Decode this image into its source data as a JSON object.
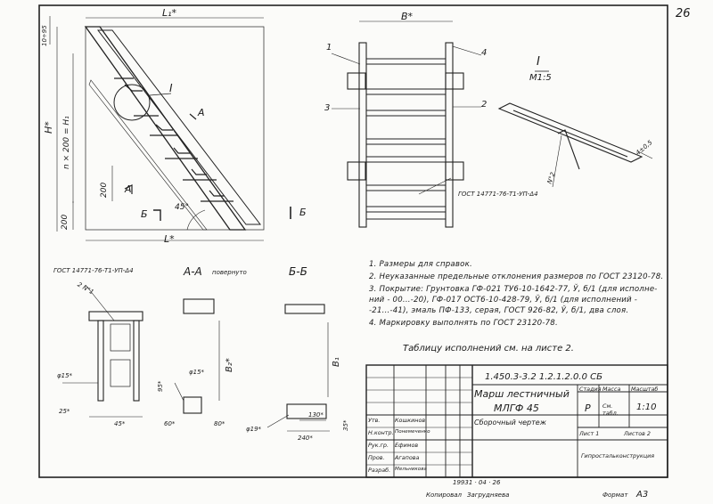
{
  "sheet": {
    "page_number": "26",
    "format_label": "Формат",
    "format_value": "А3",
    "copied_label": "Копировал",
    "copied_name": "Загрудняева",
    "stamp": "19931 · 04 · 26"
  },
  "notes": [
    "1. Размеры для справок.",
    "2. Неуказанные предельные отклонения размеров по ГОСТ 23120-78.",
    "3. Покрытие: Грунтовка ГФ-021 ТУ6-10-1642-77, Ў, б/1 (для исполне-",
    "    ний - 00...-20),  ГФ-017  ОСТ6-10-428-79, Ў, б/1 (для исполнений -",
    "    -21...-41), эмаль ПФ-133, серая, ГОСТ 926-82, Ў, б/1, два слоя.",
    "4. Маркировку выполнять по ГОСТ 23120-78."
  ],
  "table_ref": "Таблицу исполнений см. на листе 2.",
  "title_block": {
    "doc_code": "1.450.3-3.2  1.2.1.2.0.0 СБ",
    "title_line1": "Марш лестничный",
    "title_line2": "МЛГФ 45",
    "subtitle": "Сборочный чертеж",
    "col_stage": "Стадия",
    "col_mass": "Масса",
    "col_scale": "Масштаб",
    "stage": "Р",
    "mass": "См. табл.",
    "scale": "1:10",
    "sheet_label": "Лист 1",
    "sheets_label": "Листов 2",
    "org": "Гипростальконструкция",
    "signatures": [
      {
        "role": "Утв.",
        "name": "Кошкинов"
      },
      {
        "role": "Н.контр.",
        "name": "Понемеченко"
      },
      {
        "role": "Рук.гр.",
        "name": "Ефимов"
      },
      {
        "role": "Пров.",
        "name": "Агапова"
      },
      {
        "role": "Разраб.",
        "name": "Мельникова"
      }
    ]
  },
  "views": {
    "main": {
      "dim_l1": "L₁*",
      "dim_l": "L*",
      "dim_h": "H*",
      "dim_n": "n × 200 = H₁",
      "dim_200a": "200",
      "dim_200b": "200",
      "dim_top": "10÷95",
      "angle": "45°",
      "callout_i": "I",
      "section_a": "А",
      "section_a2": "А",
      "section_b": "Б",
      "section_b2": "Б"
    },
    "plan": {
      "dim_b": "B*",
      "callouts": [
        "1",
        "2",
        "3",
        "4"
      ],
      "gost": "ГОСТ 14771-76-Т1-УП-Δ4"
    },
    "detail_i": {
      "title": "I",
      "scale": "М1:5",
      "dim": "4±0,5",
      "dim_n": "N°2"
    },
    "aa": {
      "title": "А-А",
      "rotated": "повернуто",
      "dim_15": "φ15*",
      "dim_95": "95*",
      "dim_60": "60*",
      "dim_80": "80*",
      "dim_b2": "B₂*"
    },
    "bb": {
      "title": "Б-Б",
      "dim_b1": "B₁",
      "dim_19": "φ19*",
      "dim_130": "130*",
      "dim_240": "240*",
      "dim_35": "35*"
    },
    "side": {
      "gost": "ГОСТ 14771-76-Т1-УП-Δ4",
      "dim_2n": "2 N°1",
      "dim_15": "φ15*",
      "dim_25": "25*",
      "dim_45": "45*"
    }
  }
}
